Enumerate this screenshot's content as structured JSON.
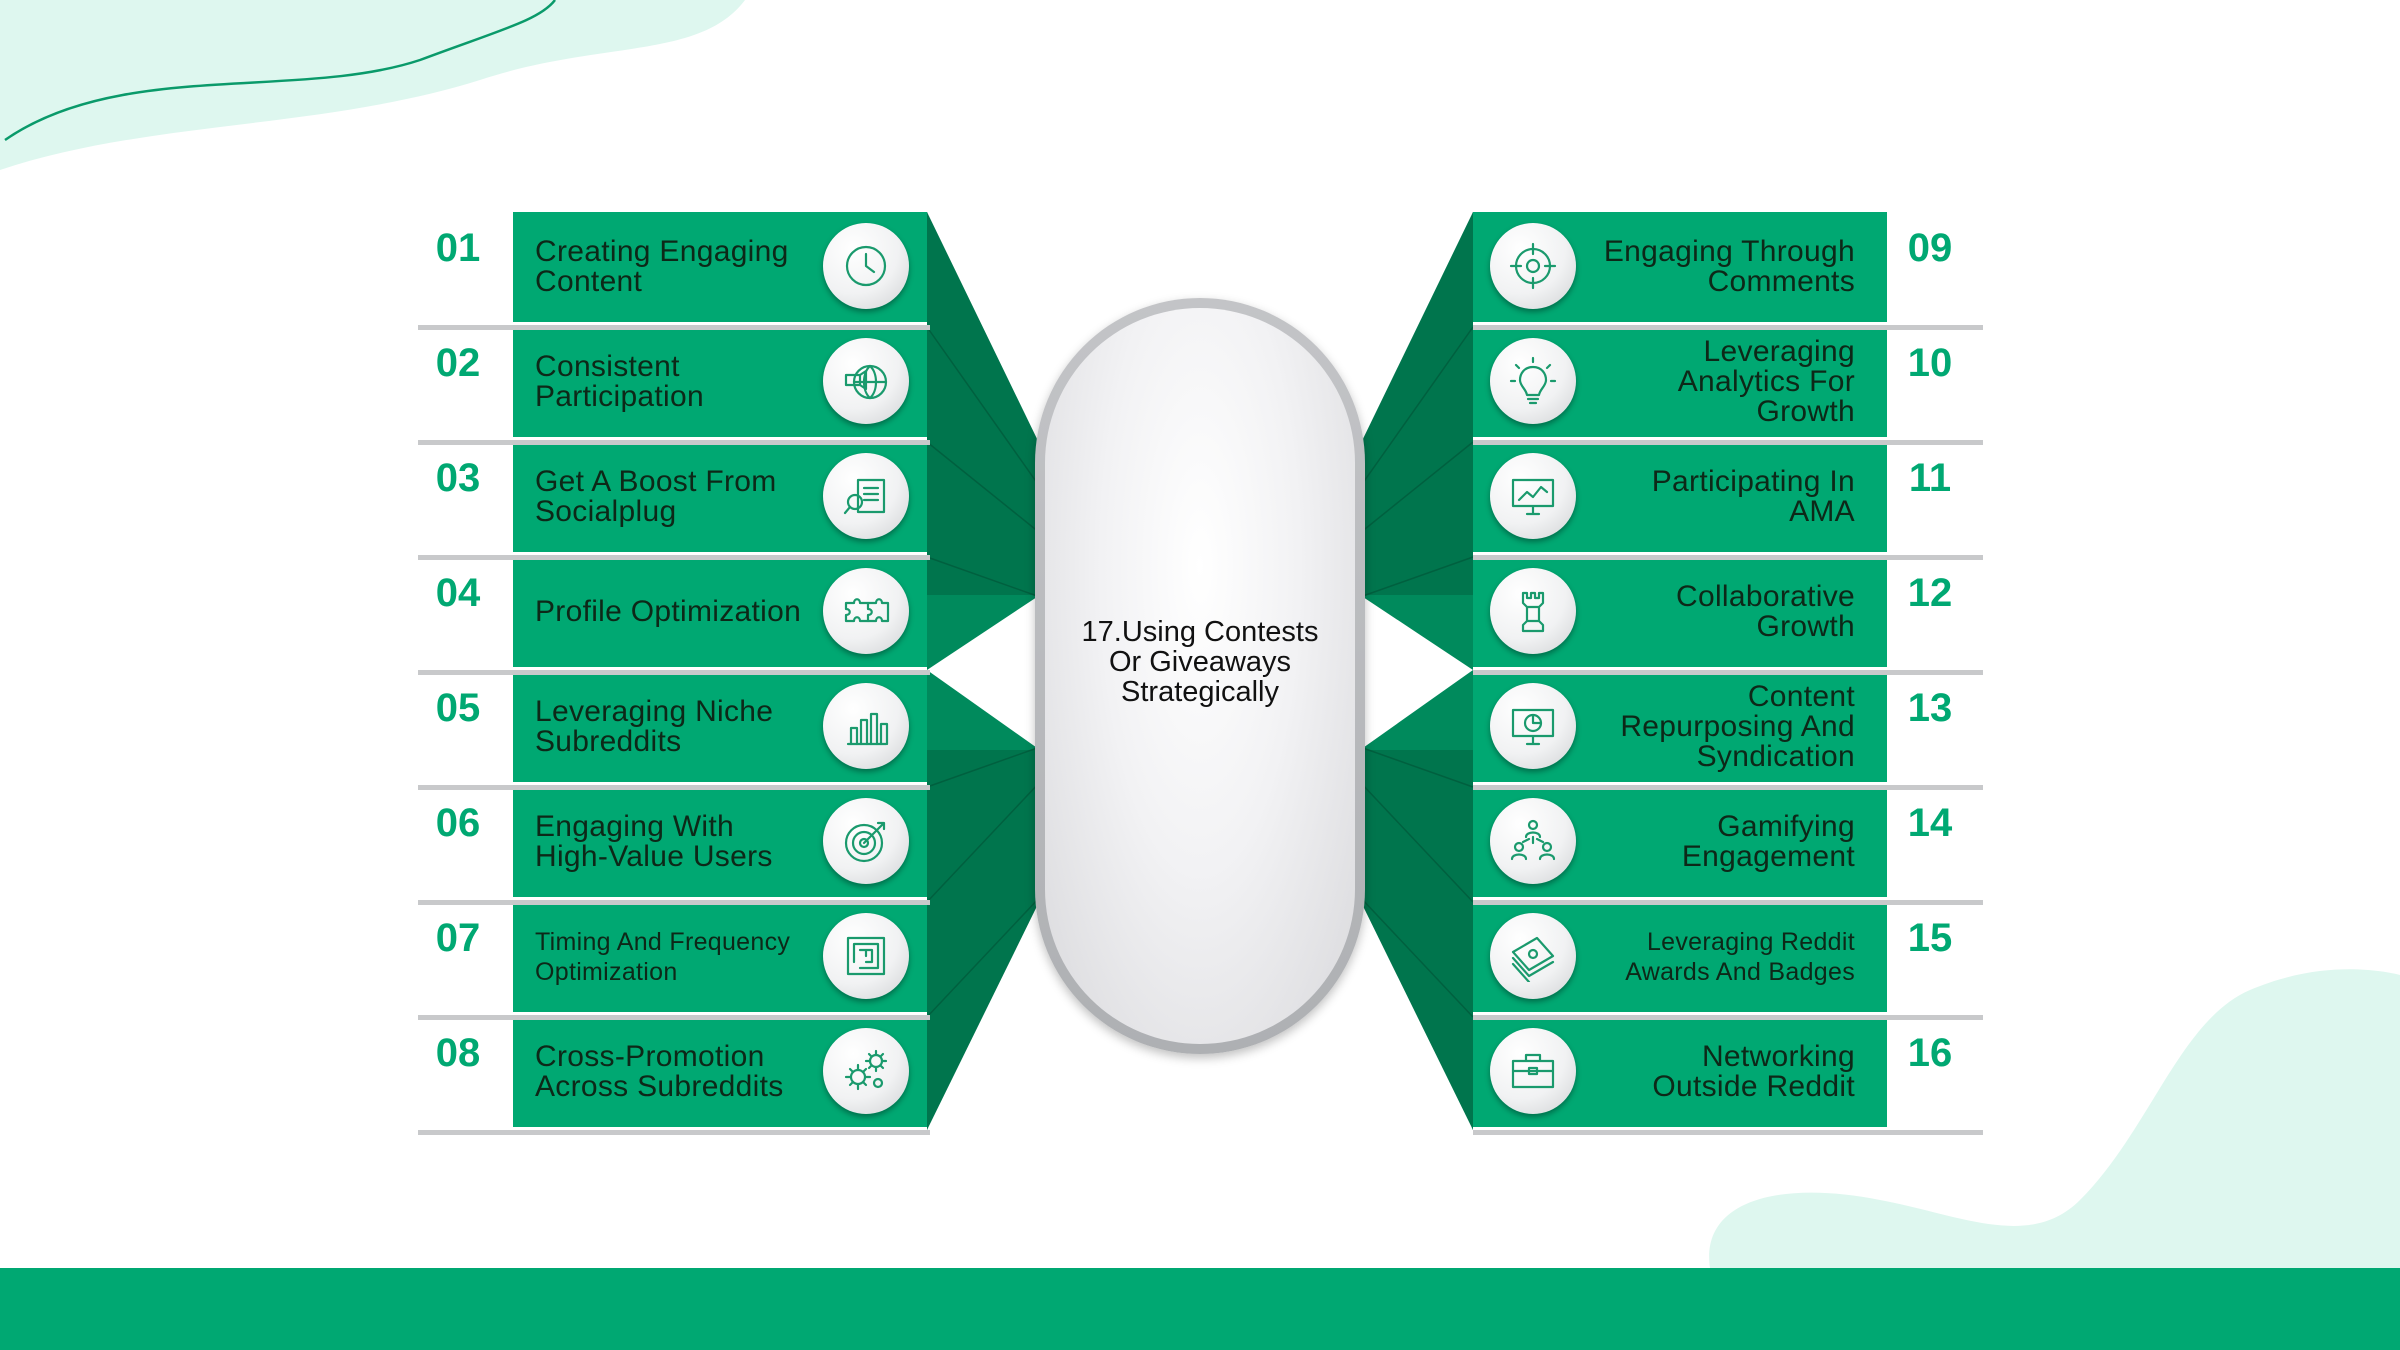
{
  "colors": {
    "green": "#00a872",
    "green_dark": "#008a5c",
    "green_darker": "#00754d",
    "number": "#00a872",
    "mint": "#def7ef",
    "line": "#c8c9cb"
  },
  "center": {
    "text": "17.Using Contests Or Giveaways Strategically"
  },
  "left_items": [
    {
      "num": "01",
      "lines": [
        "Creating Engaging",
        "Content"
      ],
      "icon": "clock-icon",
      "small": false
    },
    {
      "num": "02",
      "lines": [
        "Consistent",
        "Participation"
      ],
      "icon": "globe-megaphone-icon",
      "small": false
    },
    {
      "num": "03",
      "lines": [
        "Get A Boost From",
        "Socialplug"
      ],
      "icon": "search-document-icon",
      "small": false
    },
    {
      "num": "04",
      "lines": [
        "Profile Optimization"
      ],
      "icon": "puzzle-icon",
      "small": false
    },
    {
      "num": "05",
      "lines": [
        "Leveraging Niche",
        "Subreddits"
      ],
      "icon": "bar-chart-icon",
      "small": false
    },
    {
      "num": "06",
      "lines": [
        "Engaging With",
        "High-Value Users"
      ],
      "icon": "target-icon",
      "small": false
    },
    {
      "num": "07",
      "lines": [
        "Timing And Frequency",
        "Optimization"
      ],
      "icon": "maze-icon",
      "small": true
    },
    {
      "num": "08",
      "lines": [
        "Cross-Promotion",
        "Across Subreddits"
      ],
      "icon": "gears-icon",
      "small": false
    }
  ],
  "right_items": [
    {
      "num": "09",
      "lines": [
        "Engaging Through",
        "Comments"
      ],
      "icon": "crosshair-icon",
      "small": false
    },
    {
      "num": "10",
      "lines": [
        "Leveraging",
        "Analytics For",
        "Growth"
      ],
      "icon": "lightbulb-icon",
      "small": false
    },
    {
      "num": "11",
      "lines": [
        "Participating In",
        "AMA"
      ],
      "icon": "monitor-chart-icon",
      "small": false
    },
    {
      "num": "12",
      "lines": [
        "Collaborative",
        "Growth"
      ],
      "icon": "chess-rook-icon",
      "small": false
    },
    {
      "num": "13",
      "lines": [
        "Content",
        "Repurposing And",
        "Syndication"
      ],
      "icon": "monitor-pie-icon",
      "small": false
    },
    {
      "num": "14",
      "lines": [
        "Gamifying",
        "Engagement"
      ],
      "icon": "people-network-icon",
      "small": false
    },
    {
      "num": "15",
      "lines": [
        "Leveraging Reddit",
        "Awards And Badges"
      ],
      "icon": "money-stack-icon",
      "small": true
    },
    {
      "num": "16",
      "lines": [
        "Networking",
        "Outside Reddit"
      ],
      "icon": "briefcase-icon",
      "small": false
    }
  ]
}
